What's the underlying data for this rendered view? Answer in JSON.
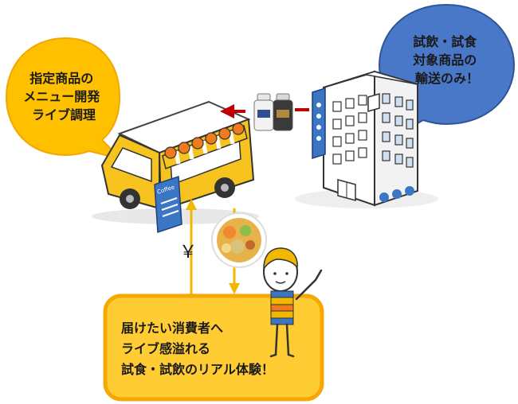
{
  "bubble_left": {
    "lines": [
      "指定商品の",
      "メニュー開発",
      "ライブ調理"
    ]
  },
  "bubble_right": {
    "lines": [
      "試飲・試食",
      "対象商品の",
      "輸送のみ！"
    ]
  },
  "consumer_box": {
    "lines": [
      "届けたい消費者へ",
      "ライブ感溢れる",
      "試食・試飲のリアル体験！"
    ]
  },
  "payment_symbol": "￥",
  "truck_sign_text": "Coffee",
  "colors": {
    "bubble_yellow": "#FFC000",
    "bubble_yellow_stroke": "#F0A800",
    "bubble_blue": "#4A78C8",
    "bubble_blue_stroke": "#2F5597",
    "box_fill": "#FFCC33",
    "box_stroke": "#F5A800",
    "arrow_red": "#C00000",
    "arrow_gold": "#F2B800",
    "truck_body": "#F7C31E",
    "building_blue": "#3A76C4"
  },
  "icons": [
    "food-truck-icon",
    "office-building-icon",
    "bottle-icon",
    "food-bowl-icon",
    "person-icon"
  ]
}
